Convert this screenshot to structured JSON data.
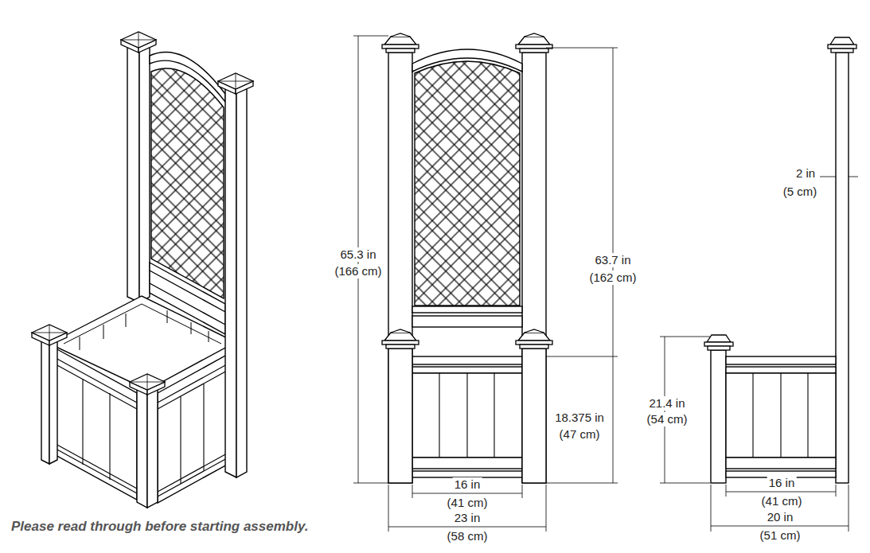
{
  "diagram": {
    "labels": [
      "65.3 in",
      "(166 cm)",
      "63.7 in",
      "(162 cm)",
      "18.375 in",
      "(47 cm)",
      "16 in",
      "(41 cm)",
      "23 in",
      "(58 cm)",
      "2 in",
      "(5 cm)",
      "21.4 in",
      "(54 cm)",
      "16 in",
      "(41 cm)",
      "20 in",
      "(51 cm)",
      "Please read through before starting assembly."
    ]
  }
}
